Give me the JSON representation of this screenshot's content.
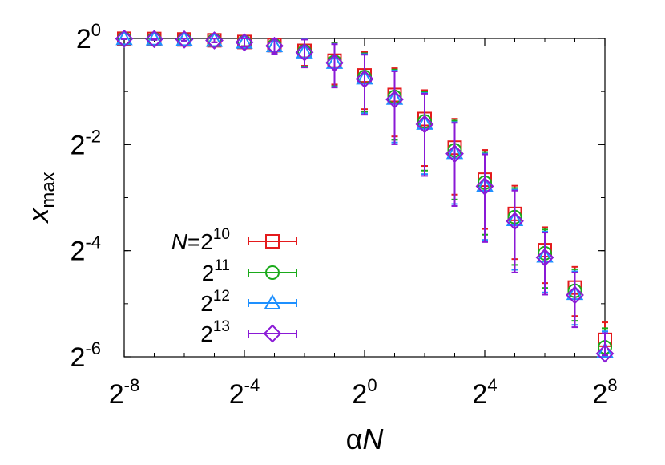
{
  "chart_data": {
    "type": "scatter",
    "title": "",
    "xlabel": {
      "base": "α",
      "var": "N"
    },
    "ylabel": {
      "base": "x",
      "sub": "max"
    },
    "x_scale": "log2",
    "y_scale": "log2",
    "xlim": [
      0.00390625,
      256
    ],
    "ylim": [
      0.015625,
      1
    ],
    "x_ticks": [
      {
        "base": "2",
        "exp": "-8",
        "value": 0.00390625
      },
      {
        "base": "2",
        "exp": "-4",
        "value": 0.0625
      },
      {
        "base": "2",
        "exp": "0",
        "value": 1
      },
      {
        "base": "2",
        "exp": "4",
        "value": 16
      },
      {
        "base": "2",
        "exp": "8",
        "value": 256
      }
    ],
    "y_ticks": [
      {
        "base": "2",
        "exp": "0",
        "value": 1
      },
      {
        "base": "2",
        "exp": "-2",
        "value": 0.25
      },
      {
        "base": "2",
        "exp": "-4",
        "value": 0.0625
      },
      {
        "base": "2",
        "exp": "-6",
        "value": 0.015625
      }
    ],
    "grid": false,
    "legend_position": "bottom-left",
    "x": [
      0.00390625,
      0.0078125,
      0.015625,
      0.03125,
      0.0625,
      0.125,
      0.25,
      0.5,
      1,
      2,
      4,
      8,
      16,
      32,
      64,
      128,
      256
    ],
    "series": [
      {
        "name": {
          "prefix": "N=",
          "base": "2",
          "exp": "10"
        },
        "marker": "square",
        "color": "#e41a1c",
        "y": [
          0.996,
          0.993,
          0.987,
          0.976,
          0.955,
          0.916,
          0.85,
          0.748,
          0.617,
          0.478,
          0.349,
          0.24,
          0.158,
          0.101,
          0.0629,
          0.0386,
          0.0195
        ],
        "yerr": [
          0.005,
          0.01,
          0.015,
          0.025,
          0.05,
          0.09,
          0.15,
          0.2,
          0.22,
          0.2,
          0.16,
          0.11,
          0.075,
          0.045,
          0.022,
          0.012,
          0.005
        ]
      },
      {
        "name": {
          "prefix": "",
          "base": "2",
          "exp": "11"
        },
        "marker": "circle",
        "color": "#1aaa1a",
        "y": [
          0.996,
          0.992,
          0.986,
          0.975,
          0.953,
          0.912,
          0.843,
          0.737,
          0.604,
          0.466,
          0.338,
          0.232,
          0.152,
          0.0969,
          0.0604,
          0.037,
          0.0177
        ],
        "yerr": [
          0.005,
          0.01,
          0.015,
          0.025,
          0.05,
          0.09,
          0.15,
          0.2,
          0.22,
          0.2,
          0.16,
          0.11,
          0.075,
          0.045,
          0.022,
          0.012,
          0.005
        ]
      },
      {
        "name": {
          "prefix": "",
          "base": "2",
          "exp": "12"
        },
        "marker": "triangle",
        "color": "#1e90ff",
        "y": [
          0.996,
          0.992,
          0.986,
          0.974,
          0.951,
          0.909,
          0.838,
          0.731,
          0.596,
          0.457,
          0.33,
          0.225,
          0.147,
          0.0937,
          0.0582,
          0.0357,
          0.0168
        ],
        "yerr": [
          0.005,
          0.01,
          0.015,
          0.025,
          0.05,
          0.09,
          0.15,
          0.2,
          0.22,
          0.2,
          0.16,
          0.11,
          0.075,
          0.045,
          0.022,
          0.012,
          0.005
        ]
      },
      {
        "name": {
          "prefix": "",
          "base": "2",
          "exp": "13"
        },
        "marker": "diamond",
        "color": "#8a19d6",
        "y": [
          0.996,
          0.992,
          0.986,
          0.974,
          0.95,
          0.907,
          0.835,
          0.727,
          0.589,
          0.451,
          0.326,
          0.222,
          0.145,
          0.092,
          0.0572,
          0.035,
          0.0163
        ],
        "yerr": [
          0.005,
          0.01,
          0.015,
          0.025,
          0.05,
          0.09,
          0.15,
          0.2,
          0.22,
          0.2,
          0.16,
          0.11,
          0.075,
          0.045,
          0.022,
          0.012,
          0.005
        ]
      }
    ]
  }
}
